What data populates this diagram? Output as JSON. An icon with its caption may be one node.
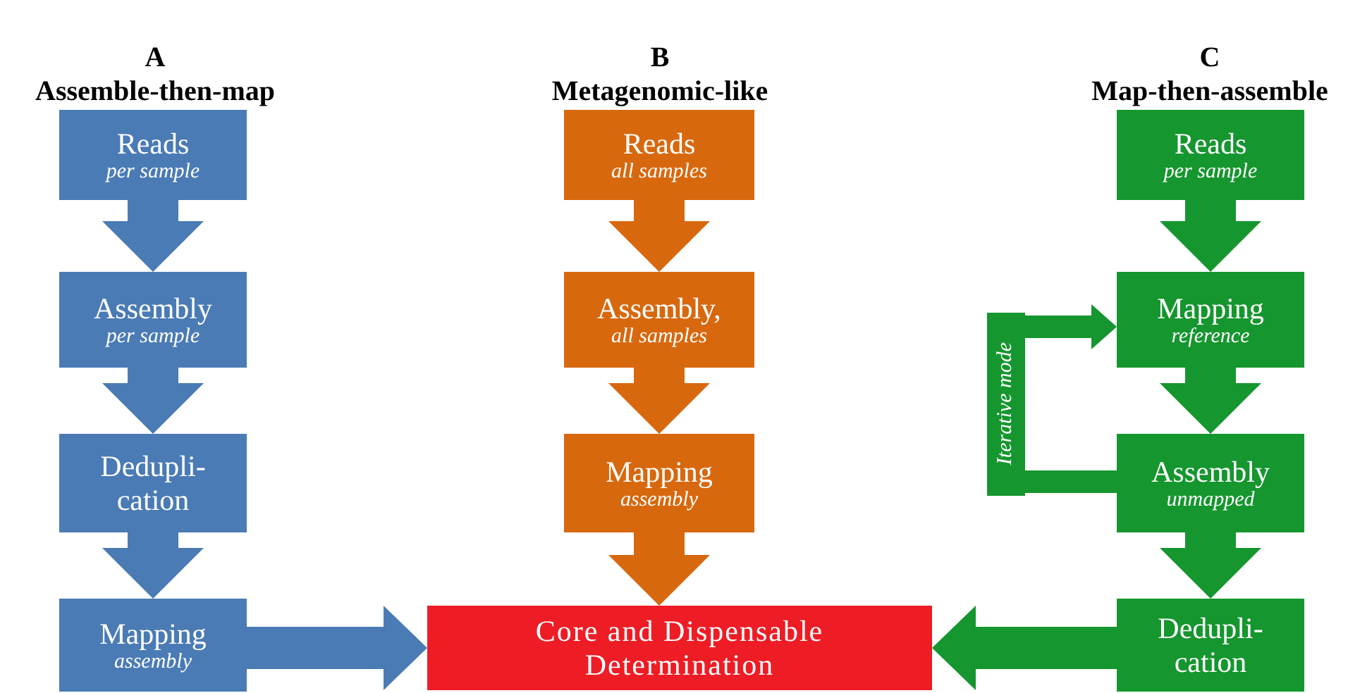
{
  "diagram": {
    "nodes": [
      {
        "text": [
          "Reads",
          "per sample"
        ]
      },
      {
        "text": [
          "Assembly",
          "per sample"
        ]
      },
      {
        "text": [
          "Dedupli- cation"
        ]
      },
      {
        "text": [
          "Mapping",
          "assembly"
        ]
      },
      {
        "text": [
          "Reads",
          "all samples"
        ]
      },
      {
        "text": [
          "Assembly,",
          "all samples"
        ]
      },
      {
        "text": [
          "Mapping",
          "assembly"
        ]
      },
      {
        "text": [
          "Core and Dispensable Determination"
        ]
      },
      {
        "text": [
          "Reads",
          "per sample"
        ]
      },
      {
        "text": [
          "Mapping",
          "reference"
        ]
      },
      {
        "text": [
          "Iterative mode"
        ]
      },
      {
        "text": [
          "Assembly",
          "unmapped"
        ]
      },
      {
        "text": [
          "Dedupli- cation"
        ]
      }
    ],
    "edges": [
      {
        "from": 0,
        "to": 1,
        "arrow": "to",
        "color": "#4a7bb5"
      },
      {
        "from": 1,
        "to": 2,
        "arrow": "to",
        "color": "#4a7bb5"
      },
      {
        "from": 2,
        "to": 3,
        "arrow": "to",
        "color": "#4a7bb5"
      },
      {
        "from": 3,
        "to": 7,
        "arrow": "to",
        "color": "#4a7bb5"
      },
      {
        "from": 4,
        "to": 5,
        "arrow": "to",
        "color": "#d8680e"
      },
      {
        "from": 5,
        "to": 6,
        "arrow": "to",
        "color": "#d8680e"
      },
      {
        "from": 6,
        "to": 7,
        "arrow": "to",
        "color": "#d8680e"
      },
      {
        "from": 8,
        "to": 9,
        "arrow": "to"
      },
      {
        "from": 9,
        "to": 11,
        "arrow": "to"
      },
      {
        "from": 11,
        "to": 10,
        "arrow": "none"
      },
      {
        "from": 10,
        "to": 9,
        "arrow": "to"
      },
      {
        "from": 11,
        "to": 12,
        "arrow": "to"
      },
      {
        "from": 12,
        "to": 7,
        "arrow": "to"
      }
    ],
    "labels": [
      "A",
      "B",
      "C",
      "Assemble-then-map",
      "Metagenomic-like",
      "Map-then-assemble"
    ]
  }
}
